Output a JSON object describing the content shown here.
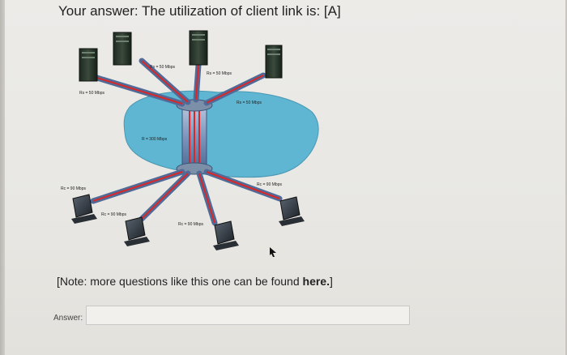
{
  "question": {
    "prefix": "Your answer: The utilization of client link is:",
    "answer_value": "[A]"
  },
  "diagram": {
    "server_links": [
      "Rs = 50 Mbps",
      "Rs = 50 Mbps",
      "Rs = 50 Mbps",
      "Rs = 50 Mbps"
    ],
    "bottleneck": "R = 300 Mbps",
    "client_links": [
      "Rc = 90 Mbps",
      "Rc = 90 Mbps",
      "Rc = 90 Mbps",
      "Rc = 90 Mbps"
    ]
  },
  "note": {
    "prefix": "[Note: more questions like this one can be found ",
    "link": "here.",
    "suffix": "]"
  },
  "answer": {
    "label": "Answer:",
    "value": ""
  },
  "colors": {
    "cloud": "#5fb6d2",
    "pipe": "#8aa4c8",
    "flow": "#d8282a"
  }
}
